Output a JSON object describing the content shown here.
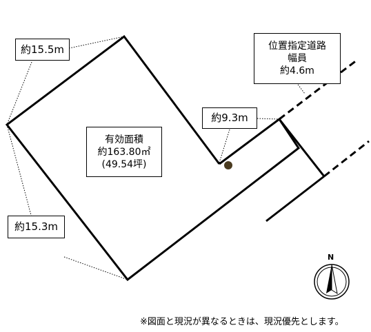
{
  "labels": {
    "top_side": "約15.5m",
    "left_side": "約15.3m",
    "frontage": "約9.3m",
    "road_title": "位置指定道路",
    "road_word": "幅員",
    "road_width": "約4.6m",
    "area_title": "有効面積",
    "area_sqm": "約163.80㎡",
    "area_tsubo": "(49.54坪)",
    "north": "N"
  },
  "note": "※図面と現況が異なるときは、現況優先とします。",
  "colors": {
    "line": "#000000",
    "marker": "#4a3b20",
    "background": "#ffffff"
  },
  "icons": {
    "compass": "north-arrow-icon",
    "marker": "boundary-marker-icon"
  }
}
